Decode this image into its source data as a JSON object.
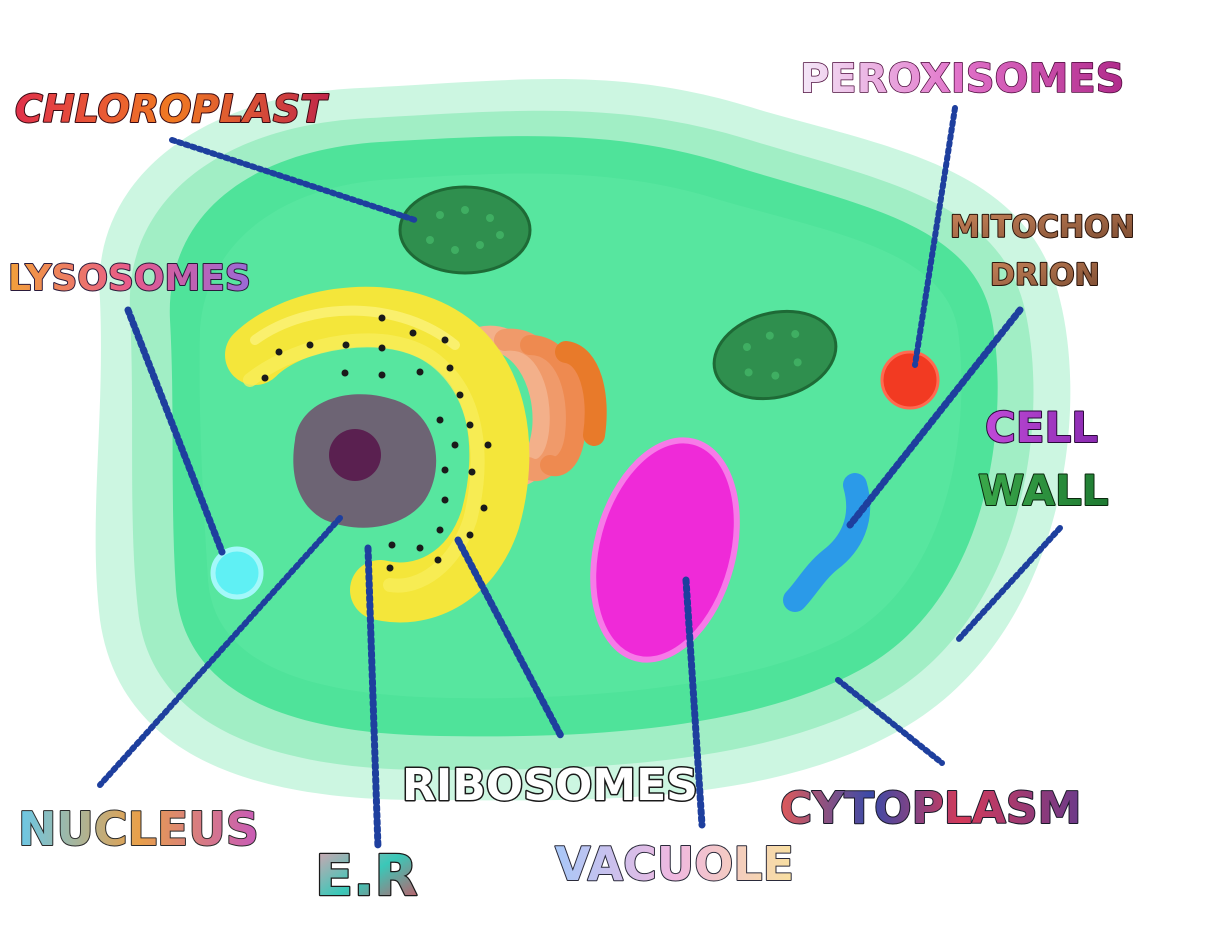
{
  "title": "",
  "labels": {
    "chloroplast": "CHLOROPLAST",
    "peroxisomes": "PEROXISOMES",
    "mitochondrion_line1": "MITOCHON",
    "mitochondrion_line2": "DRION",
    "lysosomes": "LYSOSOMES",
    "cell_wall_line1": "CELL",
    "cell_wall_line2": "WALL",
    "nucleus": "NUCLEUS",
    "er": "E.R",
    "ribosomes": "RIBOSOMES",
    "vacuole": "VACUOLE",
    "cytoplasm": "CYTOPLASM"
  },
  "colors": {
    "cell_wall": "#b6f2d4",
    "cytoplasm": "#4fe39a",
    "nucleus": "#6d6474",
    "nucleolus": "#5a2050",
    "er": "#f6ea3c",
    "golgi": "#f0a36a",
    "chloroplast": "#2f8f4e",
    "vacuole": "#ef2ad8",
    "mitochondrion": "#2b9ae8",
    "peroxisome": "#f23a22",
    "lysosome": "#5ff0f4",
    "pointer": "#1e3f9e"
  }
}
